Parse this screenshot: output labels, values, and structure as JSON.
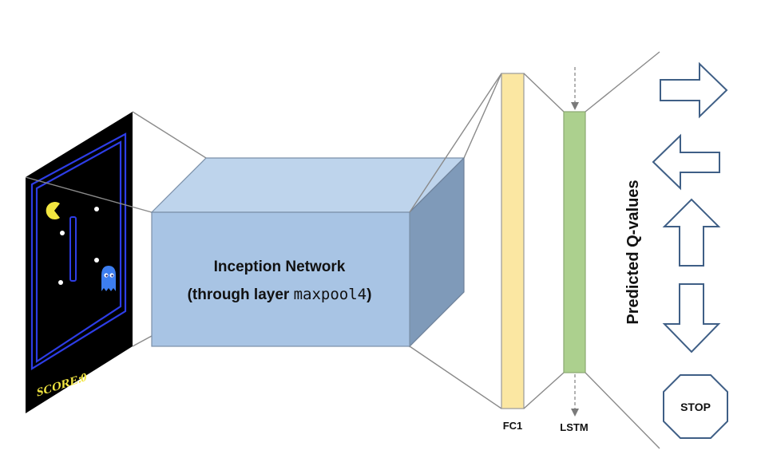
{
  "game": {
    "score_label": "SCORE:",
    "score_value": "0"
  },
  "network": {
    "title": "Inception Network",
    "subtitle_prefix": "(through layer ",
    "subtitle_code": "maxpool4",
    "subtitle_suffix": ")"
  },
  "layers": {
    "fc1": "FC1",
    "lstm": "LSTM"
  },
  "output": {
    "label": "Predicted Q-values",
    "actions": [
      "right-arrow",
      "left-arrow",
      "up-arrow",
      "down-arrow",
      "stop"
    ],
    "stop_label": "STOP"
  },
  "colors": {
    "box_front": "#a8c4e4",
    "box_top": "#bed4ec",
    "box_side": "#7f9ab9",
    "fc1": "#fbe7a2",
    "lstm": "#acd08e",
    "arrow_stroke": "#3f5f86",
    "screen_bg": "#000000",
    "maze_blue": "#2d3de6",
    "pacman": "#f2e640",
    "ghost": "#3d7ef0"
  }
}
